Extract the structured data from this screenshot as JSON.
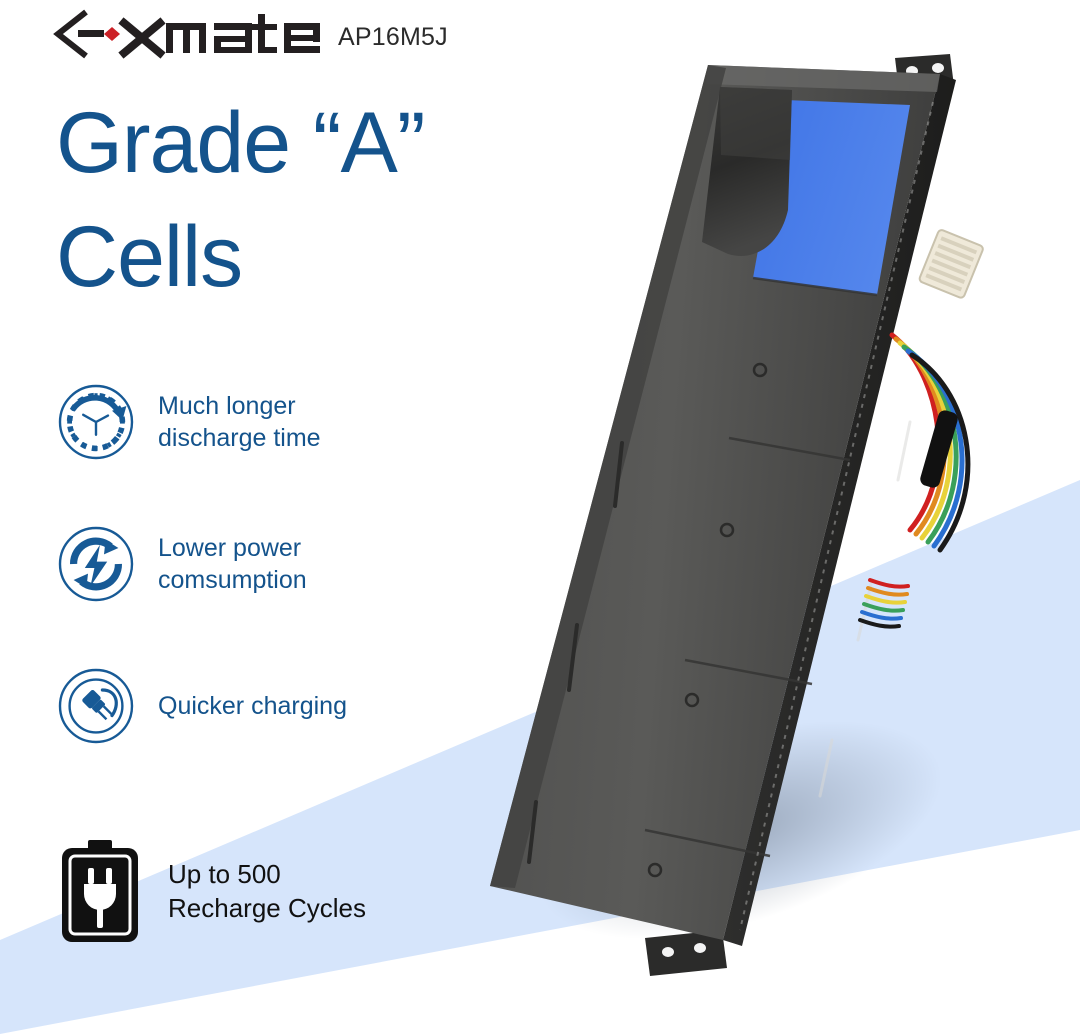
{
  "brand": {
    "logo_text": "xmate",
    "logo_mark": "e-diamond-logo",
    "model_code": "AP16M5J"
  },
  "headline": "Grade “A”\nCells",
  "colors": {
    "heading_blue": "#14538c",
    "band_blue": "#d6e5fb",
    "icon_blue": "#175a96",
    "label_blue": "#4a7fe8",
    "logo_red": "#cc2127",
    "logo_black": "#231f20",
    "battery_body": "#4a4a49"
  },
  "features": [
    {
      "icon": "clock-arrow-icon",
      "text": "Much longer\ndischarge time"
    },
    {
      "icon": "power-lightning-icon",
      "text": "Lower power\ncomsumption"
    },
    {
      "icon": "plug-icon",
      "text": "Quicker charging"
    }
  ],
  "cycles": {
    "icon": "battery-plug-icon",
    "text": "Up to 500\nRecharge Cycles"
  },
  "product": {
    "name": "laptop-battery-pack",
    "connector": "ribbon-cable-connector",
    "wire_colors": [
      "#d02020",
      "#e08a20",
      "#e8d23a",
      "#3aa05a",
      "#2a6fd0",
      "#1a1a1a"
    ]
  }
}
